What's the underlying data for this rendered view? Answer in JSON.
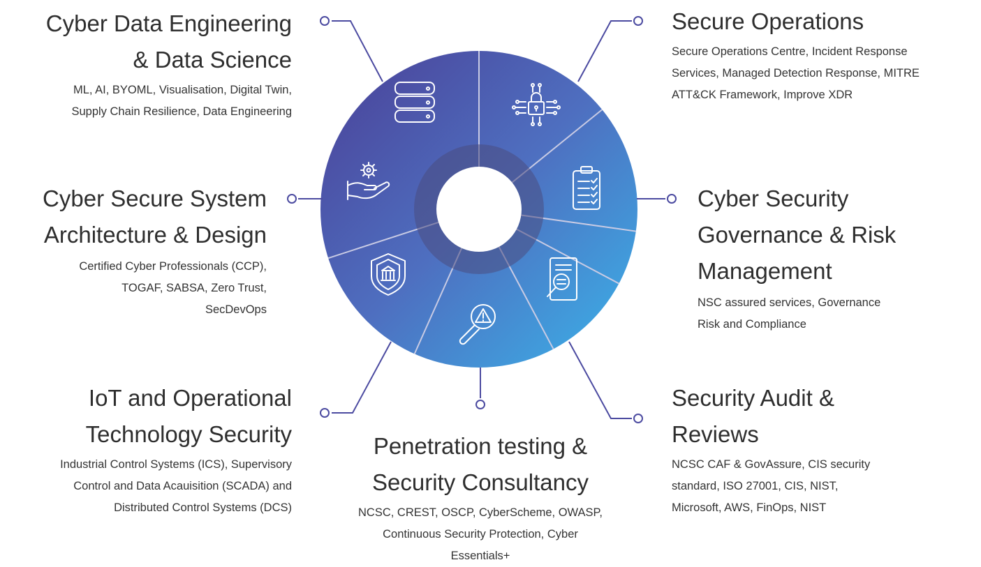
{
  "colors": {
    "wheel_dark": "#4a3f96",
    "wheel_mid": "#4e6fc0",
    "wheel_light": "#3ab4ea",
    "connector": "#4b4aa0",
    "separator": "#c9cbe4",
    "inner_ring": "#4a4c80",
    "hub": "#ffffff",
    "icon_stroke": "#ffffff"
  },
  "segments": [
    {
      "icon": "database-icon"
    },
    {
      "icon": "network-lock-icon"
    },
    {
      "icon": "checklist-clipboard-icon"
    },
    {
      "icon": "document-search-icon"
    },
    {
      "icon": "warning-search-icon"
    },
    {
      "icon": "shield-building-icon"
    },
    {
      "icon": "hand-gear-icon"
    }
  ],
  "services": {
    "data_engineering": {
      "title": "Cyber Data Engineering\n& Data Science",
      "description": "ML, AI, BYOML, Visualisation, Digital Twin,\nSupply Chain Resilience, Data Engineering"
    },
    "secure_operations": {
      "title": "Secure Operations",
      "description": "Secure Operations Centre, Incident Response\nServices, Managed Detection Response, MITRE\nATT&CK Framework, Improve XDR"
    },
    "architecture": {
      "title": "Cyber Secure System\nArchitecture & Design",
      "description": "Certified Cyber Professionals (CCP),\nTOGAF, SABSA, Zero Trust,\nSecDevOps"
    },
    "governance": {
      "title": "Cyber Security\nGovernance & Risk\nManagement",
      "description": "NSC assured services, Governance\nRisk and Compliance"
    },
    "iot": {
      "title": "IoT and Operational\nTechnology Security",
      "description": "Industrial Control Systems (ICS), Supervisory\nControl and Data Acauisition (SCADA) and\nDistributed Control Systems (DCS)"
    },
    "pentest": {
      "title": "Penetration testing &\nSecurity Consultancy",
      "description": "NCSC, CREST, OSCP, CyberScheme, OWASP,\nContinuous Security Protection, Cyber\nEssentials+"
    },
    "audit": {
      "title": "Security Audit &\nReviews",
      "description": "NCSC CAF & GovAssure, CIS security\nstandard, ISO 27001, CIS, NIST,\nMicrosoft, AWS, FinOps, NIST"
    }
  }
}
